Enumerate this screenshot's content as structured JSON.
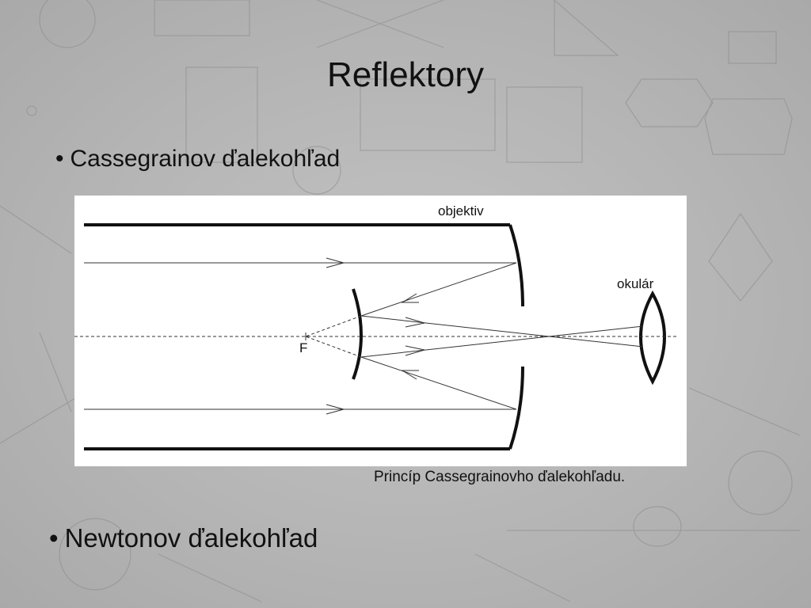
{
  "slide": {
    "title": "Reflektory",
    "bullets": [
      "Cassegrainov ďalekohľad",
      "Newtonov ďalekohľad"
    ],
    "bullet_glyph": "•",
    "caption": "Princíp Cassegrainovho ďalekohľadu."
  },
  "diagram": {
    "labels": {
      "objective": "objektiv",
      "eyepiece": "okulár",
      "focus": "F"
    }
  },
  "colors": {
    "background": "#b8b8b8",
    "panel": "#ffffff",
    "ink": "#111111"
  }
}
